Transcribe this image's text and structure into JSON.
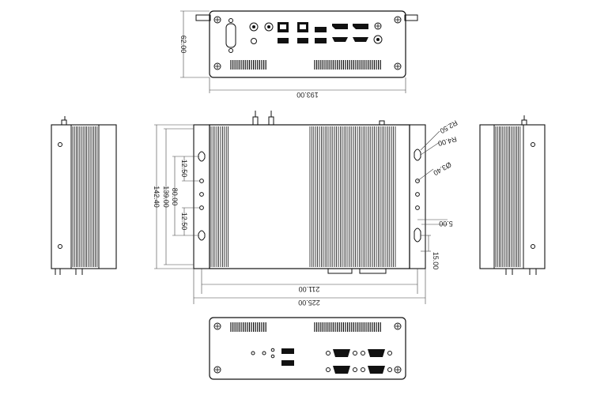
{
  "dimensions": {
    "top_width": "193.00",
    "top_height": "62.00",
    "front_width_inner": "211.00",
    "front_width_outer": "225.00",
    "front_height_1": "142.40",
    "front_height_2": "139.00",
    "front_height_3": "80.00",
    "hole_spacing_top": "12.50",
    "hole_spacing_bottom": "12.50",
    "radius_1": "R2.50",
    "radius_2": "R4.00",
    "hole_dia": "Ø3.40",
    "offset_1": "5.00",
    "offset_2": "15.00"
  }
}
